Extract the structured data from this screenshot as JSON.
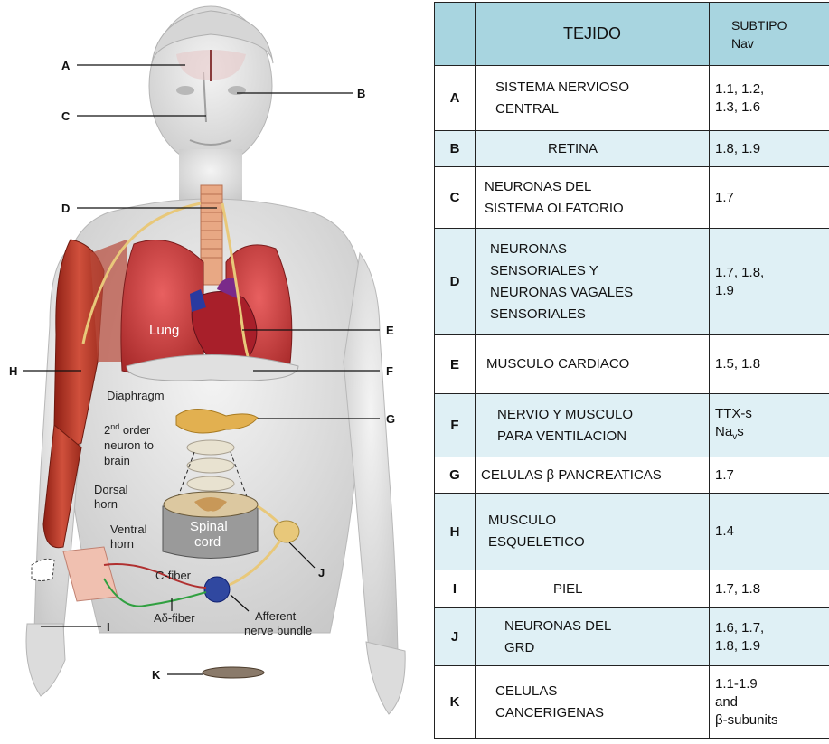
{
  "figure": {
    "labels": {
      "A": "A",
      "B": "B",
      "C": "C",
      "D": "D",
      "E": "E",
      "F": "F",
      "G": "G",
      "H": "H",
      "I": "I",
      "J": "J",
      "K": "K"
    },
    "annotations": {
      "lung": "Lung",
      "diaphragm": "Diaphragm",
      "second_order_1": "2",
      "second_order_sup": "nd",
      "second_order_2": " order",
      "second_order_3": "neuron to",
      "second_order_4": "brain",
      "dorsal_horn_1": "Dorsal",
      "dorsal_horn_2": "horn",
      "ventral_horn_1": "Ventral",
      "ventral_horn_2": "horn",
      "spinal_cord_1": "Spinal",
      "spinal_cord_2": "cord",
      "c_fiber": "C-fiber",
      "ad_fiber": "Aδ-fiber",
      "afferent_1": "Afferent",
      "afferent_2": "nerve bundle"
    }
  },
  "table": {
    "header": {
      "letter": "",
      "tejido": "TEJIDO",
      "subtipo_1": "SUBTIPO",
      "subtipo_2": "Nav"
    },
    "rows": [
      {
        "letter": "A",
        "tissue": [
          "SISTEMA NERVIOSO",
          "CENTRAL"
        ],
        "subtype": [
          "1.1, 1.2,",
          "1.3, 1.6"
        ]
      },
      {
        "letter": "B",
        "tissue": [
          "RETINA"
        ],
        "subtype": [
          "1.8, 1.9"
        ]
      },
      {
        "letter": "C",
        "tissue": [
          "NEURONAS DEL",
          "SISTEMA OLFATORIO"
        ],
        "subtype": [
          "1.7"
        ]
      },
      {
        "letter": "D",
        "tissue": [
          "NEURONAS",
          "SENSORIALES Y",
          "NEURONAS VAGALES",
          "SENSORIALES"
        ],
        "subtype": [
          "1.7, 1.8,",
          "1.9"
        ]
      },
      {
        "letter": "E",
        "tissue": [
          "MUSCULO CARDIACO"
        ],
        "subtype": [
          "1.5, 1.8"
        ]
      },
      {
        "letter": "F",
        "tissue": [
          "NERVIO Y MUSCULO",
          "PARA VENTILACION"
        ],
        "subtype": [
          "TTX-s",
          "Na",
          "v",
          "s"
        ]
      },
      {
        "letter": "G",
        "tissue": [
          "CELULAS β PANCREATICAS"
        ],
        "subtype": [
          "1.7"
        ]
      },
      {
        "letter": "H",
        "tissue": [
          "MUSCULO",
          "ESQUELETICO"
        ],
        "subtype": [
          "1.4"
        ]
      },
      {
        "letter": "I",
        "tissue": [
          "PIEL"
        ],
        "subtype": [
          "1.7, 1.8"
        ]
      },
      {
        "letter": "J",
        "tissue": [
          "NEURONAS DEL",
          "GRD"
        ],
        "subtype": [
          "1.6, 1.7,",
          "1.8, 1.9"
        ]
      },
      {
        "letter": "K",
        "tissue": [
          "CELULAS",
          "CANCERIGENAS"
        ],
        "subtype": [
          "1.1-1.9",
          "and",
          "β-subunits"
        ]
      }
    ]
  },
  "colors": {
    "header_bg": "#a8d5e0",
    "row_alt_bg": "#dff0f5",
    "muscle": "#c0392b",
    "lung": "#c94040",
    "nerve": "#e8c87a",
    "skin": "#e8e8e8"
  }
}
